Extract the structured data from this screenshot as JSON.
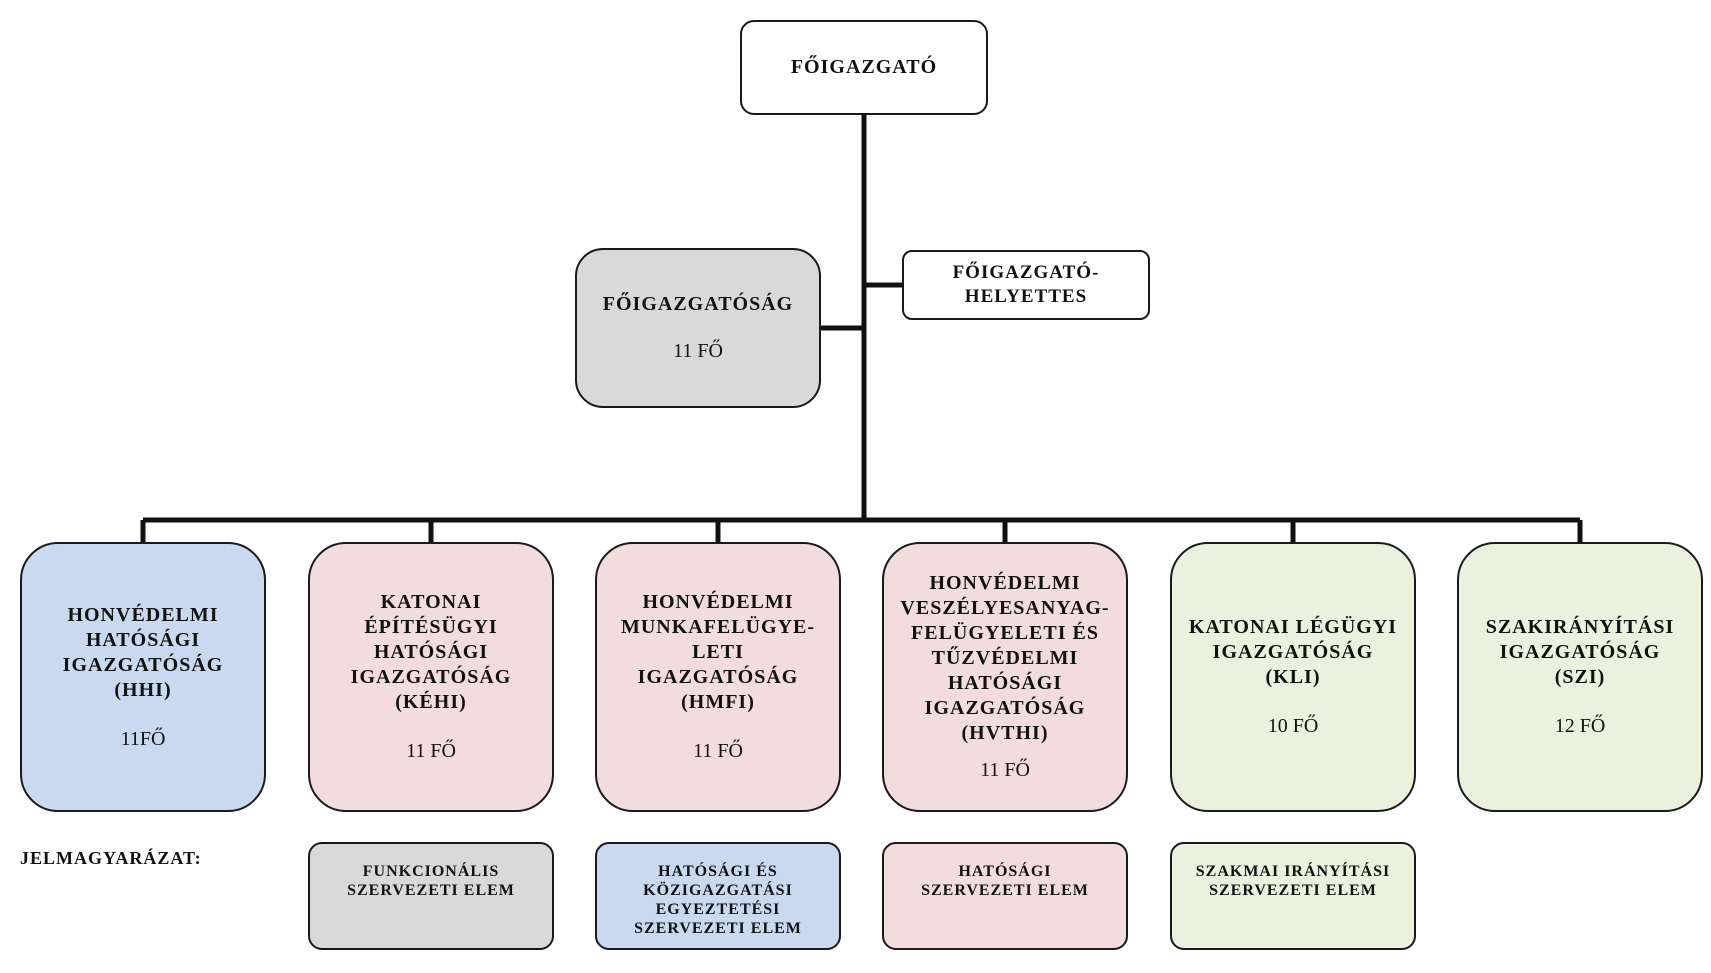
{
  "top": {
    "title": "FŐIGAZGATÓ"
  },
  "figazgatosag": {
    "title": "FŐIGAZGATÓSÁG",
    "count": "11 FŐ"
  },
  "deputy": {
    "title": "FŐIGAZGATÓ-\nHELYETTES"
  },
  "directorates": [
    {
      "title": "HONVÉDELMI\nHATÓSÁGI\nIGAZGATÓSÁG\n(HHI)",
      "count": "11FŐ",
      "color_class": "blue"
    },
    {
      "title": "KATONAI\nÉPÍTÉSÜGYI\nHATÓSÁGI\nIGAZGATÓSÁG\n(KÉHI)",
      "count": "11 FŐ",
      "color_class": "pink"
    },
    {
      "title": "HONVÉDELMI\nMUNKAFELÜGYE-\nLETI\nIGAZGATÓSÁG\n(HMFI)",
      "count": "11 FŐ",
      "color_class": "pink"
    },
    {
      "title": "HONVÉDELMI\nVESZÉLYESANYAG-\nFELÜGYELETI ÉS\nTŰZVÉDELMI\nHATÓSÁGI\nIGAZGATÓSÁG\n(HVTHI)",
      "count": "11 FŐ",
      "color_class": "pink"
    },
    {
      "title": "KATONAI LÉGÜGYI\nIGAZGATÓSÁG\n(KLI)",
      "count": "10 FŐ",
      "color_class": "green"
    },
    {
      "title": "SZAKIRÁNYÍTÁSI\nIGAZGATÓSÁG\n(SZI)",
      "count": "12 FŐ",
      "color_class": "green"
    }
  ],
  "legend": {
    "title": "JELMAGYARÁZAT:",
    "items": [
      {
        "label": "FUNKCIONÁLIS\nSZERVEZETI ELEM",
        "color_class": "grey"
      },
      {
        "label": "HATÓSÁGI ÉS\nKÖZIGAZGATÁSI\nEGYEZTETÉSI\nSZERVEZETI ELEM",
        "color_class": "blue"
      },
      {
        "label": "HATÓSÁGI\nSZERVEZETI ELEM",
        "color_class": "pink"
      },
      {
        "label": "SZAKMAI IRÁNYÍTÁSI\nSZERVEZETI ELEM",
        "color_class": "green"
      }
    ]
  }
}
